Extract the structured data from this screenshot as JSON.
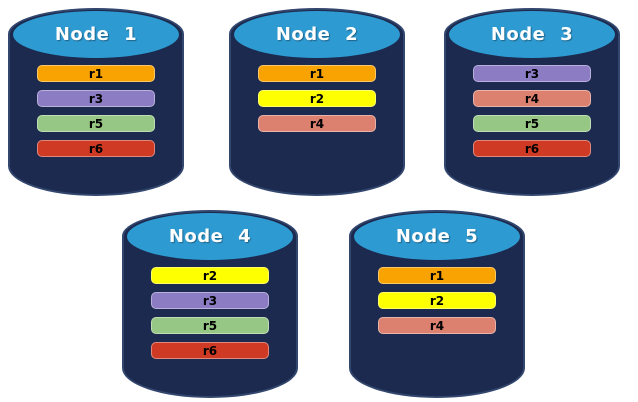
{
  "diagram": {
    "background_color": "#ffffff",
    "cylinder": {
      "body_color": "#1b2a4e",
      "outline_color": "#32466e",
      "top_ellipse_color": "#2e9ad2",
      "label_text_color": "#ffffff"
    },
    "replicas": {
      "r1": {
        "label": "r1",
        "color": "#f9a302"
      },
      "r2": {
        "label": "r2",
        "color": "#feff00"
      },
      "r3": {
        "label": "r3",
        "color": "#8b7cc4"
      },
      "r4": {
        "label": "r4",
        "color": "#dc8170"
      },
      "r5": {
        "label": "r5",
        "color": "#97c784"
      },
      "r6": {
        "label": "r6",
        "color": "#ce3a23"
      }
    },
    "nodes": [
      {
        "label": "Node 1",
        "replicas": [
          "r1",
          "r3",
          "r5",
          "r6"
        ]
      },
      {
        "label": "Node 2",
        "replicas": [
          "r1",
          "r2",
          "r4"
        ]
      },
      {
        "label": "Node 3",
        "replicas": [
          "r3",
          "r4",
          "r5",
          "r6"
        ]
      },
      {
        "label": "Node 4",
        "replicas": [
          "r2",
          "r3",
          "r5",
          "r6"
        ]
      },
      {
        "label": "Node 5",
        "replicas": [
          "r1",
          "r2",
          "r4"
        ]
      }
    ]
  }
}
